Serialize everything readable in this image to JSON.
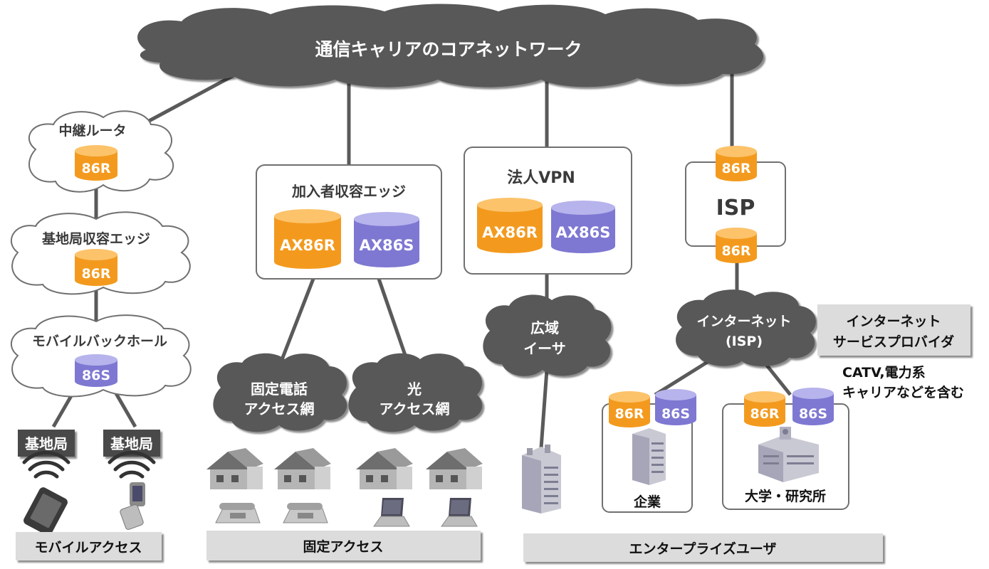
{
  "core": {
    "title": "通信キャリアのコアネットワーク"
  },
  "mobile": {
    "relay": {
      "label": "中継ルータ",
      "device": "86R"
    },
    "base_edge": {
      "label": "基地局収容エッジ",
      "device": "86R"
    },
    "backhaul": {
      "label": "モバイルバックホール",
      "device": "86S"
    },
    "stations": [
      "基地局",
      "基地局"
    ],
    "footer": "モバイルアクセス"
  },
  "subscriber_edge": {
    "label": "加入者収容エッジ",
    "devices": [
      "AX86R",
      "AX86S"
    ]
  },
  "fixed": {
    "phone_net": {
      "line1": "固定電話",
      "line2": "アクセス網"
    },
    "optical_net": {
      "line1": "光",
      "line2": "アクセス網"
    },
    "footer": "固定アクセス"
  },
  "corporate_vpn": {
    "label": "法人VPN",
    "devices": [
      "AX86R",
      "AX86S"
    ],
    "wide_ether": {
      "line1": "広域",
      "line2": "イーサ"
    }
  },
  "isp": {
    "label": "ISP",
    "top_device": "86R",
    "bottom_device": "86R",
    "internet": {
      "line1": "インターネット",
      "line2": "(ISP)"
    },
    "provider_box": {
      "line1": "インターネット",
      "line2": "サービスプロバイダ"
    },
    "note": {
      "line1": "CATV,電力系",
      "line2": "キャリアなどを含む"
    }
  },
  "enterprise": {
    "company": {
      "label": "企業",
      "devices": [
        "86R",
        "86S"
      ]
    },
    "university": {
      "label": "大学・研究所",
      "devices": [
        "86R",
        "86S"
      ]
    },
    "footer": "エンタープライズユーザ"
  },
  "colors": {
    "orange": "#f39a1e",
    "orange_top": "#fcc36b",
    "purple": "#7e78d2",
    "purple_top": "#b7b3ec",
    "cloud_dark": "#595959",
    "line": "#5a5a5a",
    "footer_bar": "#dcdcdc"
  }
}
